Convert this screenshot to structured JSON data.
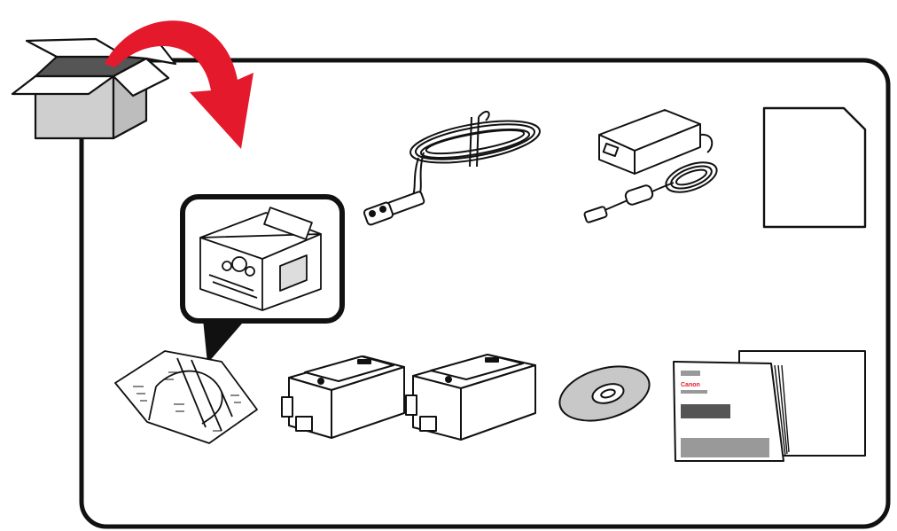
{
  "figure": {
    "colors": {
      "outline": "#111111",
      "arrow": "#e5192c",
      "box_front": "#cfcfcf",
      "box_side": "#bdbdbd",
      "box_inside": "#555555"
    },
    "items": [
      {
        "name": "power-cord",
        "icon": "power-cord-icon"
      },
      {
        "name": "ac-adapter",
        "icon": "ac-adapter-icon"
      },
      {
        "name": "matte-photo-paper",
        "icon": "paper-sheet-icon"
      },
      {
        "name": "print-head",
        "icon": "print-head-icon"
      },
      {
        "name": "ink-tank-1",
        "icon": "ink-tank-icon"
      },
      {
        "name": "ink-tank-2",
        "icon": "ink-tank-icon"
      },
      {
        "name": "setup-cd-rom",
        "icon": "cd-icon"
      },
      {
        "name": "manuals",
        "icon": "documents-icon"
      }
    ],
    "manual": {
      "brand": "Canon"
    }
  }
}
